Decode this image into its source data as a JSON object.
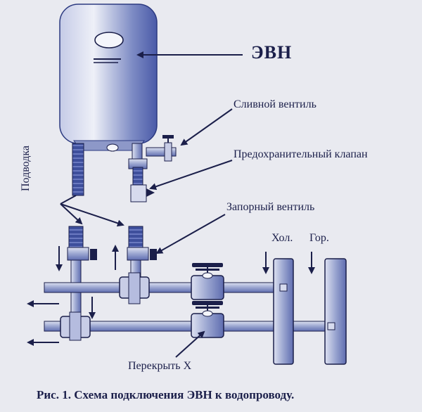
{
  "labels": {
    "evn": "ЭВН",
    "drain_valve": "Сливной вентиль",
    "safety_valve": "Предохранительный клапан",
    "supply": "Подводка",
    "shutoff_valve": "Запорный вентиль",
    "cold": "Хол.",
    "hot": "Гор.",
    "close_x": "Перекрыть Х"
  },
  "caption": "Рис. 1.  Схема подключения ЭВН к водопроводу.",
  "colors": {
    "ink": "#1b1f4a",
    "tank_light": "#dfe3f2",
    "tank_dark": "#4a5aa8",
    "pipe": "#8f9bc8",
    "paper": "#e9eaf0"
  }
}
